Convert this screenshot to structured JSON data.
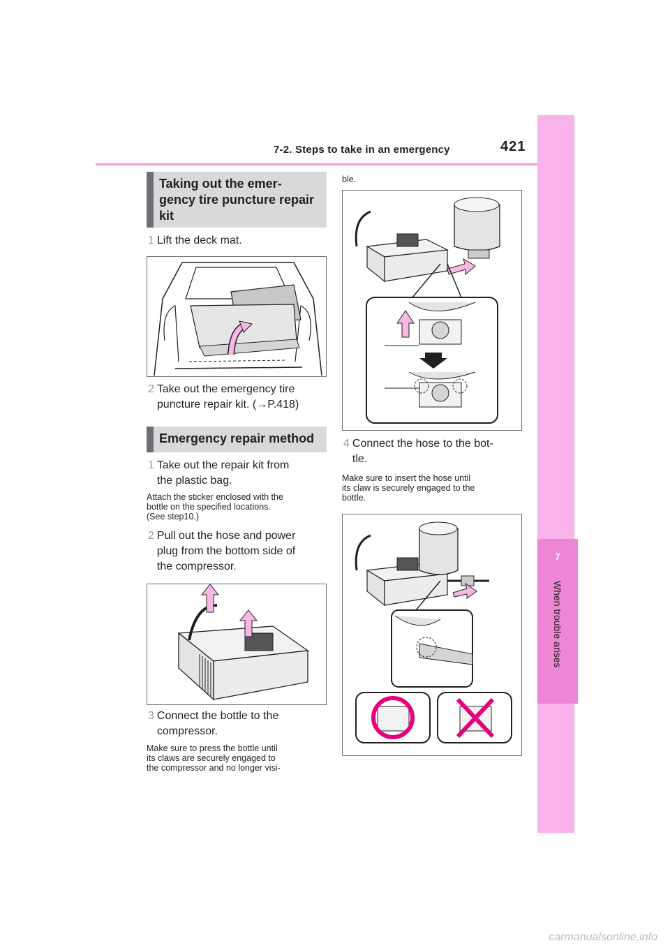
{
  "header": {
    "section_title": "7-2. Steps to take in an emergency",
    "page_number": "421"
  },
  "side_tab": {
    "chapter_number": "7",
    "chapter_title": "When trouble arises"
  },
  "section1": {
    "heading": "Taking out the emer-\ngency tire puncture repair\nkit",
    "steps": [
      {
        "num": "1",
        "text": "Lift the deck mat."
      },
      {
        "num": "2",
        "text": "Take out the emergency tire\npuncture repair kit. (→P.418)"
      }
    ]
  },
  "section2": {
    "heading": "Emergency repair method",
    "step1": {
      "num": "1",
      "text": "Take out the repair kit from\nthe plastic bag."
    },
    "step1_note": "Attach the sticker enclosed with the\nbottle on the specified locations.\n(See step10.)",
    "step2": {
      "num": "2",
      "text": "Pull out the hose and power\nplug from the bottom side of\nthe compressor."
    },
    "step3": {
      "num": "3",
      "text": "Connect the bottle to the\ncompressor."
    },
    "step3_note": "Make sure to press the bottle until\nits claws are securely engaged to\nthe compressor and no longer visi-",
    "step3_note_cont": "ble.",
    "step4": {
      "num": "4",
      "text": "Connect the hose to the bot-\ntle."
    },
    "step4_note": "Make sure to insert the hose until\nits claw is securely engaged to the\nbottle."
  },
  "watermark": "carmanualsonline.info",
  "colors": {
    "accent_pink": "#f09bd3",
    "tab_pink": "#f9b2ea",
    "tab_dark_pink": "#ee86d6",
    "arrow_pink": "#f7b8e4",
    "heading_bg": "#d9d9db",
    "heading_bar": "#6d6e71",
    "correct_mark": "#e6007e"
  }
}
